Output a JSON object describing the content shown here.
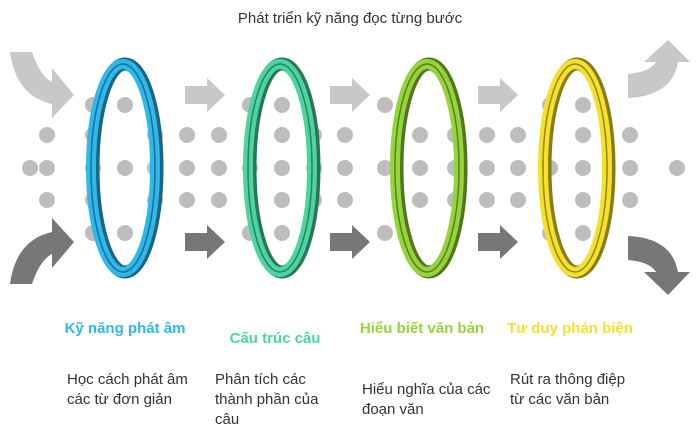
{
  "title": "Phát triển kỹ năng đọc từng bước",
  "stages": [
    {
      "title": "Kỹ năng phát âm",
      "description": "Học cách phát âm các từ đơn giản",
      "color": "#2fb8ec"
    },
    {
      "title": "Cấu trúc câu",
      "description": "Phân tích các thành phần của câu",
      "color": "#4cd5a0"
    },
    {
      "title": "Hiểu biết văn bản",
      "description": "Hiểu nghĩa của các đoạn văn",
      "color": "#95d43a"
    },
    {
      "title": "Tư duy phản biện",
      "description": "Rút ra thông điệp từ các văn bản",
      "color": "#f5e12b"
    }
  ],
  "colors": {
    "dot": "#bdbdbd",
    "arrow_light": "#c8c8c8",
    "arrow_dark": "#777777",
    "text": "#333333"
  }
}
